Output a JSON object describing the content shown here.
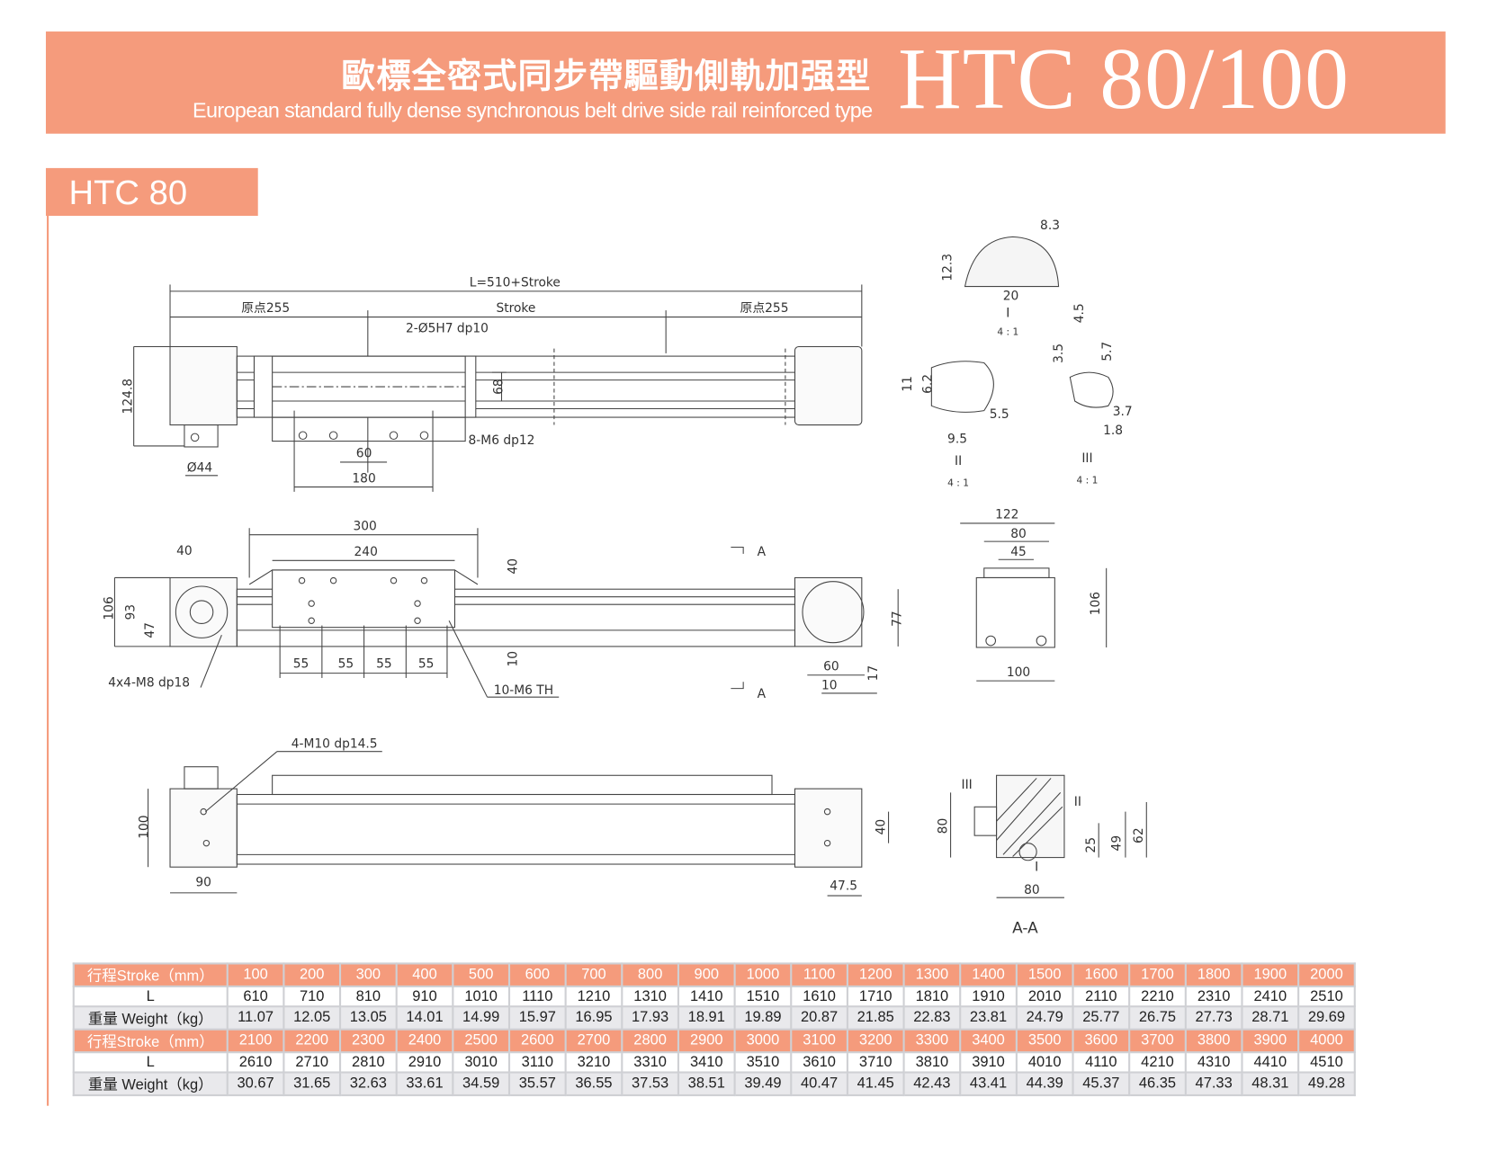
{
  "header": {
    "title_cn": "歐標全密式同步帶驅動側軌加强型",
    "title_en": "European standard fully dense synchronous belt drive side rail reinforced type",
    "model": "HTC 80/100",
    "color": "#f59b7c"
  },
  "section_tab": "HTC 80",
  "drawings": {
    "top_view": [
      "L=510+Stroke",
      "原点255",
      "Stroke",
      "原点255",
      "2-Ø5H7 dp10",
      "8-M6 dp12",
      "68",
      "60",
      "180",
      "124.8",
      "Ø44"
    ],
    "front_view": [
      "300",
      "240",
      "40",
      "106",
      "93",
      "47",
      "55",
      "55",
      "55",
      "55",
      "10-M6 TH",
      "4x4-M8 dp18",
      "40",
      "10",
      "A",
      "A",
      "77",
      "60",
      "10",
      "17"
    ],
    "side_view": [
      "4-M10 dp14.5",
      "100",
      "90",
      "40",
      "47.5"
    ],
    "detail_I": [
      "8.3",
      "12.3",
      "20",
      "4.5",
      "I",
      "4 : 1"
    ],
    "detail_II": [
      "11",
      "6.2",
      "5.5",
      "9.5",
      "II",
      "4 : 1"
    ],
    "detail_III": [
      "3.5",
      "5.7",
      "3.7",
      "1.8",
      "III",
      "4 : 1"
    ],
    "end_view": [
      "122",
      "80",
      "45",
      "106",
      "100"
    ],
    "section_AA": [
      "III",
      "II",
      "80",
      "25",
      "49",
      "62",
      "I",
      "80",
      "A-A"
    ]
  },
  "table": {
    "stroke_label": "行程Stroke（mm）",
    "l_label": "L",
    "weight_label": "重量 Weight（kg）",
    "blocks": [
      {
        "stroke": [
          "100",
          "200",
          "300",
          "400",
          "500",
          "600",
          "700",
          "800",
          "900",
          "1000",
          "1100",
          "1200",
          "1300",
          "1400",
          "1500",
          "1600",
          "1700",
          "1800",
          "1900",
          "2000"
        ],
        "L": [
          "610",
          "710",
          "810",
          "910",
          "1010",
          "1110",
          "1210",
          "1310",
          "1410",
          "1510",
          "1610",
          "1710",
          "1810",
          "1910",
          "2010",
          "2110",
          "2210",
          "2310",
          "2410",
          "2510"
        ],
        "weight": [
          "11.07",
          "12.05",
          "13.05",
          "14.01",
          "14.99",
          "15.97",
          "16.95",
          "17.93",
          "18.91",
          "19.89",
          "20.87",
          "21.85",
          "22.83",
          "23.81",
          "24.79",
          "25.77",
          "26.75",
          "27.73",
          "28.71",
          "29.69"
        ]
      },
      {
        "stroke": [
          "2100",
          "2200",
          "2300",
          "2400",
          "2500",
          "2600",
          "2700",
          "2800",
          "2900",
          "3000",
          "3100",
          "3200",
          "3300",
          "3400",
          "3500",
          "3600",
          "3700",
          "3800",
          "3900",
          "4000"
        ],
        "L": [
          "2610",
          "2710",
          "2810",
          "2910",
          "3010",
          "3110",
          "3210",
          "3310",
          "3410",
          "3510",
          "3610",
          "3710",
          "3810",
          "3910",
          "4010",
          "4110",
          "4210",
          "4310",
          "4410",
          "4510"
        ],
        "weight": [
          "30.67",
          "31.65",
          "32.63",
          "33.61",
          "34.59",
          "35.57",
          "36.55",
          "37.53",
          "38.51",
          "39.49",
          "40.47",
          "41.45",
          "42.43",
          "43.41",
          "44.39",
          "45.37",
          "46.35",
          "47.33",
          "48.31",
          "49.28"
        ]
      }
    ]
  }
}
